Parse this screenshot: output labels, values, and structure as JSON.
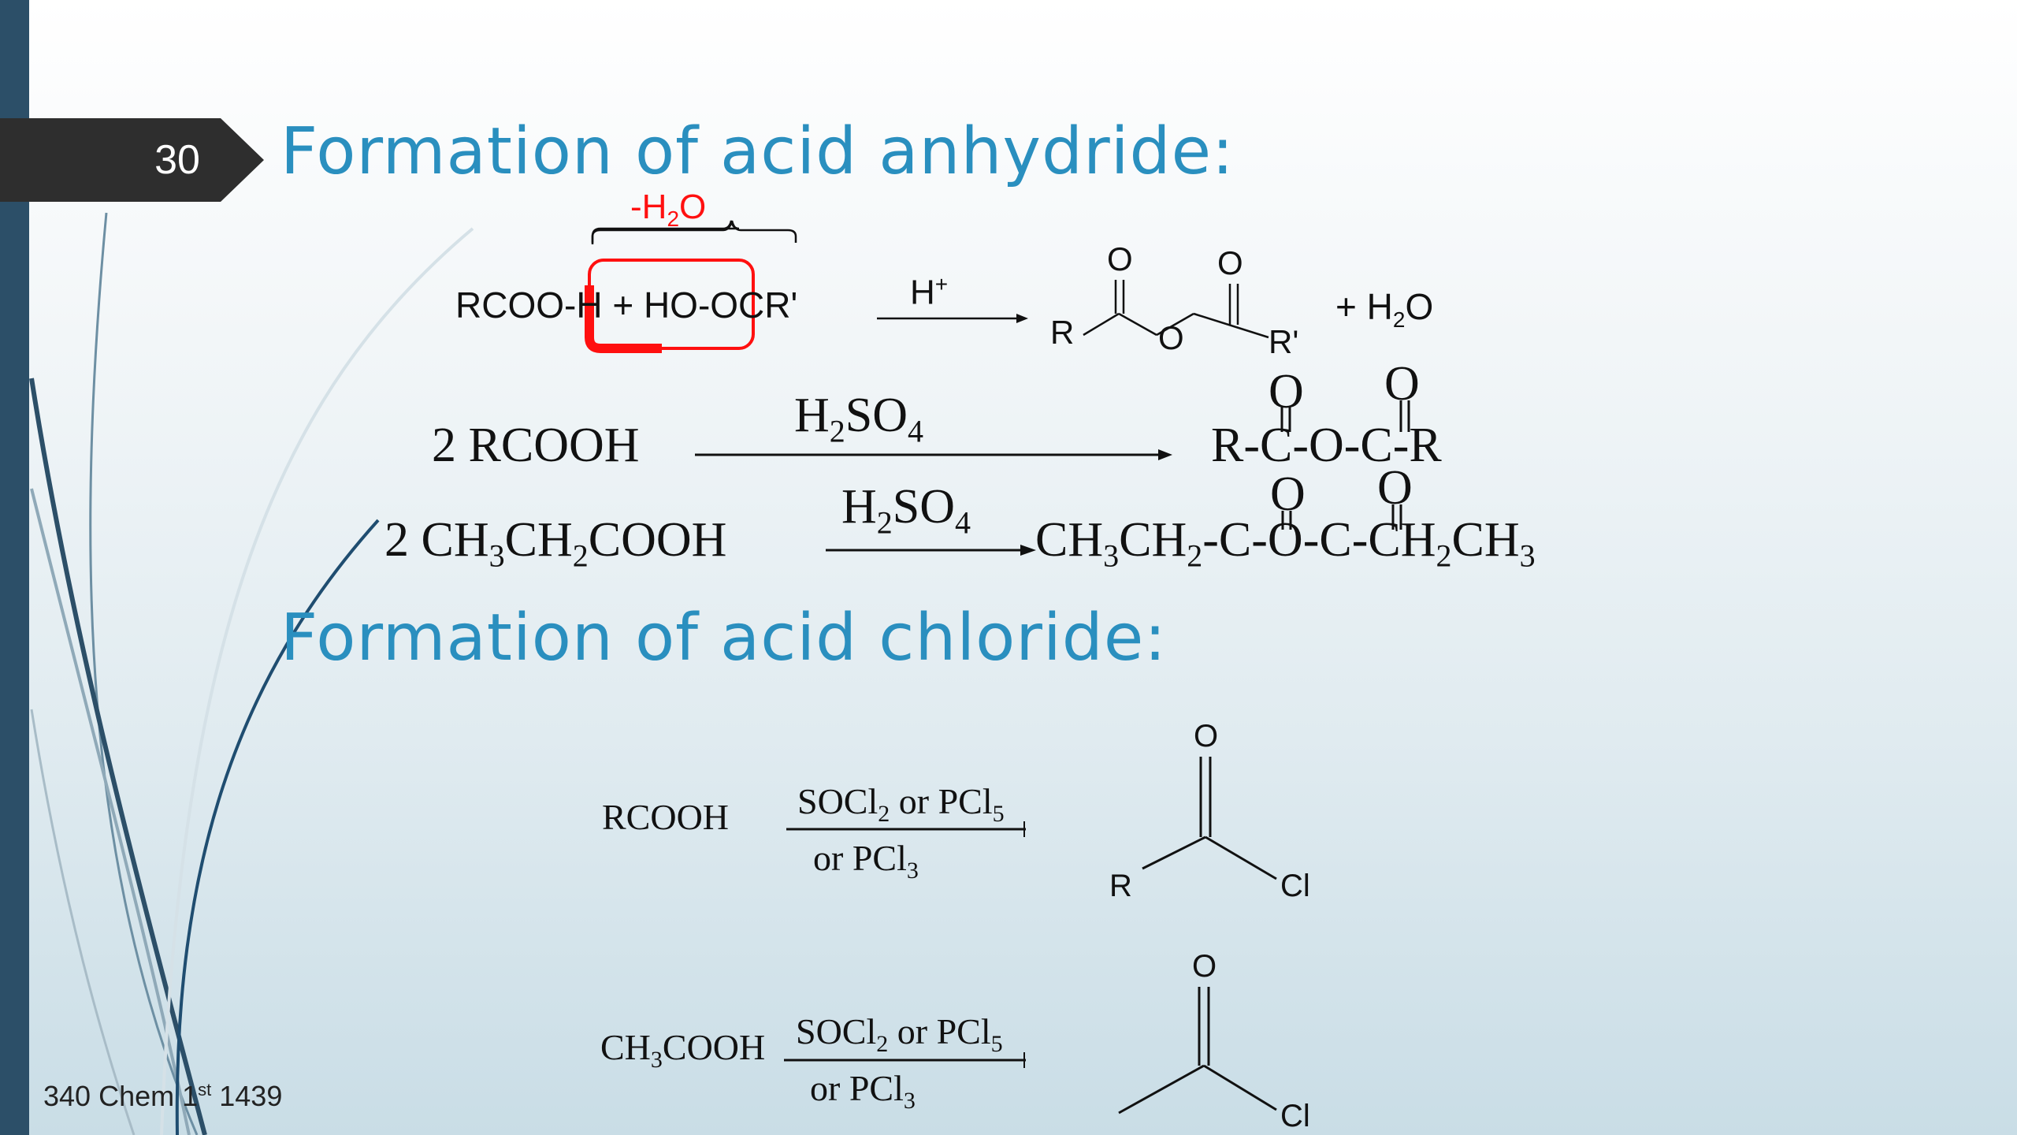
{
  "slide": {
    "number": "30",
    "footer": "340 Chem 1st 1439"
  },
  "headings": {
    "anhydride": "Formation of acid anhydride:",
    "chloride": "Formation of acid chloride:"
  },
  "reaction1": {
    "loss_label": "-H2O",
    "left": "RCOO-H + HO-OCR'",
    "catalyst": "H+",
    "product_atoms": [
      "O",
      "O",
      "R",
      "O",
      "R'"
    ],
    "byproduct": "+ H2O"
  },
  "reaction2": {
    "reactant": "2 RCOOH",
    "catalyst": "H2SO4",
    "product": "R-C-O-C-R",
    "oxygens": [
      "O",
      "O"
    ]
  },
  "reaction3": {
    "reactant": "2 CH3CH2COOH",
    "catalyst": "H2SO4",
    "product": "CH3CH2-C-O-C-CH2CH3",
    "oxygens": [
      "O",
      "O"
    ]
  },
  "reaction4": {
    "reactant": "RCOOH",
    "reagent_top": "SOCl2 or PCl5",
    "reagent_bottom": "or PCl3",
    "product_atoms": [
      "O",
      "R",
      "Cl"
    ]
  },
  "reaction5": {
    "reactant": "CH3COOH",
    "reagent_top": "SOCl2 or PCl5",
    "reagent_bottom": "or PCl3",
    "product_atoms": [
      "O",
      "Cl"
    ]
  },
  "colors": {
    "sidebar": "#2c4f68",
    "tab": "#2e2e2e",
    "heading": "#2a8fbf",
    "highlight": "#ff1010"
  }
}
